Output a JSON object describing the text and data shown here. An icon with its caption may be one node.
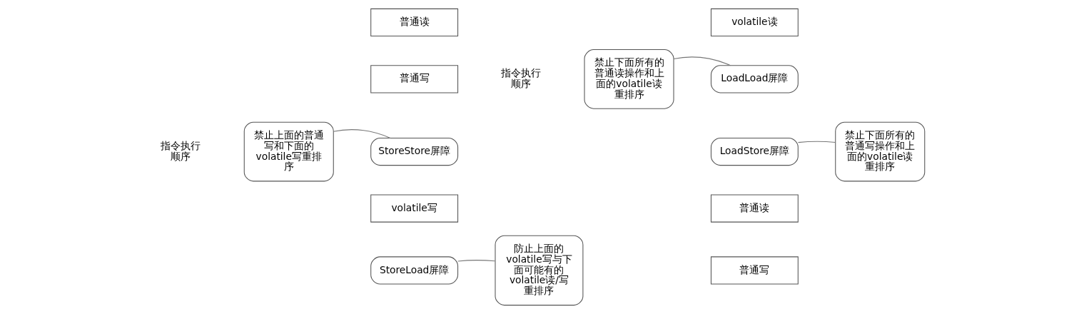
{
  "diagram": {
    "nodes": [
      {
        "text": [
          "普通读"
        ]
      },
      {
        "text": [
          "普通写"
        ]
      },
      {
        "text": [
          "禁止上面的普通写和下面的volatile写重排序"
        ]
      },
      {
        "text": [
          "StoreStore屏障"
        ]
      },
      {
        "text": [
          "防止上面的volatile写与下面可能有的volatile读/写重排序"
        ]
      },
      {
        "text": [
          "volatile写"
        ]
      },
      {
        "text": [
          "StoreLoad屏障"
        ]
      },
      {
        "text": [
          "volatile读"
        ]
      },
      {
        "text": [
          "禁止下面所有的普通读操作和上面的volatile读重排序"
        ]
      },
      {
        "text": [
          "LoadLoad屏障"
        ]
      },
      {
        "text": [
          "LoadStore屏障"
        ]
      },
      {
        "text": [
          "禁止下面所有的普通写操作和上面的volatile读重排序"
        ]
      },
      {
        "text": [
          "普通读"
        ]
      },
      {
        "text": [
          "普通写"
        ]
      }
    ],
    "edges": [
      {
        "from": 2,
        "to": 3,
        "arrow": "none"
      },
      {
        "from": 4,
        "to": 6,
        "arrow": "none"
      },
      {
        "from": 8,
        "to": 9,
        "arrow": "none"
      },
      {
        "from": 11,
        "to": 10,
        "arrow": "none"
      }
    ],
    "labels": [
      "指令执行顺序",
      "指令执行顺序"
    ]
  }
}
